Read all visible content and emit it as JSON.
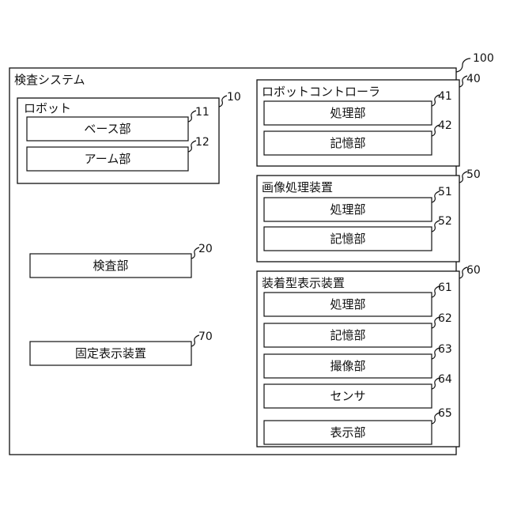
{
  "system": {
    "label": "検査システム",
    "ref": "100"
  },
  "robot": {
    "label": "ロボット",
    "ref": "10",
    "parts": [
      {
        "label": "ベース部",
        "ref": "11"
      },
      {
        "label": "アーム部",
        "ref": "12"
      }
    ]
  },
  "inspection_unit": {
    "label": "検査部",
    "ref": "20"
  },
  "fixed_display": {
    "label": "固定表示装置",
    "ref": "70"
  },
  "robot_controller": {
    "label": "ロボットコントローラ",
    "ref": "40",
    "parts": [
      {
        "label": "処理部",
        "ref": "41"
      },
      {
        "label": "記憶部",
        "ref": "42"
      }
    ]
  },
  "image_processor": {
    "label": "画像処理装置",
    "ref": "50",
    "parts": [
      {
        "label": "処理部",
        "ref": "51"
      },
      {
        "label": "記憶部",
        "ref": "52"
      }
    ]
  },
  "wearable_display": {
    "label": "装着型表示装置",
    "ref": "60",
    "parts": [
      {
        "label": "処理部",
        "ref": "61"
      },
      {
        "label": "記憶部",
        "ref": "62"
      },
      {
        "label": "撮像部",
        "ref": "63"
      },
      {
        "label": "センサ",
        "ref": "64"
      },
      {
        "label": "表示部",
        "ref": "65"
      }
    ]
  }
}
